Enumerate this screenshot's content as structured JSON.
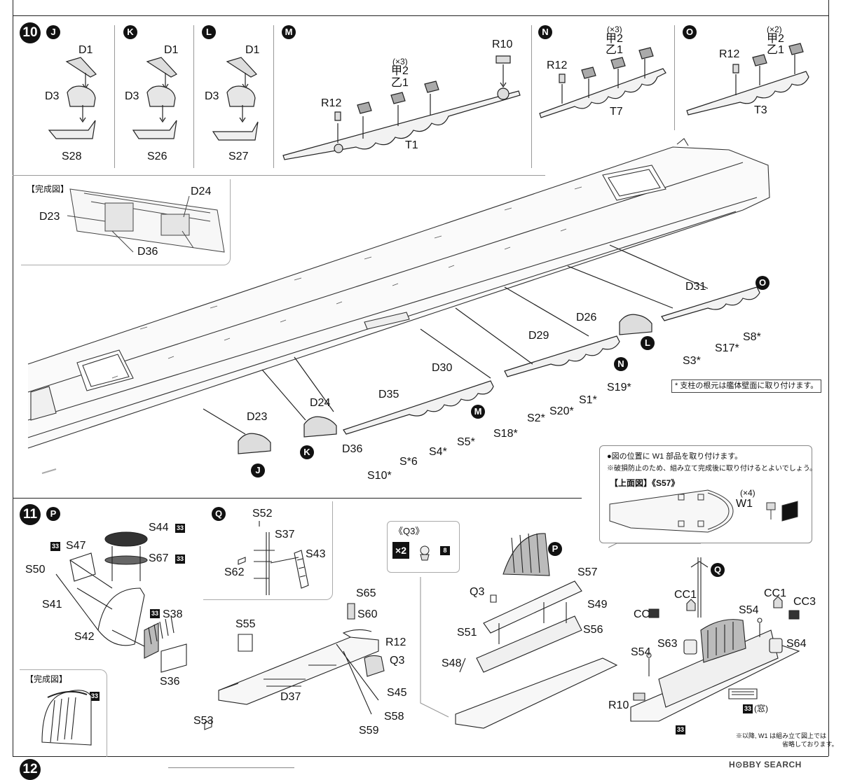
{
  "step10": {
    "number": "10",
    "subs": {
      "J": "J",
      "K": "K",
      "L": "L",
      "M": "M",
      "N": "N",
      "O": "O"
    },
    "J": {
      "d1": "D1",
      "d3": "D3",
      "base": "S28"
    },
    "K": {
      "d1": "D1",
      "d3": "D3",
      "base": "S26"
    },
    "L": {
      "d1": "D1",
      "d3": "D3",
      "base": "S27"
    },
    "M": {
      "r12": "R12",
      "r10": "R10",
      "qty": "(×3)",
      "mark1": "甲2",
      "mark2": "乙1",
      "part": "T1"
    },
    "N": {
      "r12": "R12",
      "qty": "(×3)",
      "mark1": "甲2",
      "mark2": "乙1",
      "part": "T7"
    },
    "O": {
      "r12": "R12",
      "qty": "(×2)",
      "mark1": "甲2",
      "mark2": "乙1",
      "part": "T3"
    },
    "completed": {
      "title": "【完成図】",
      "d23": "D23",
      "d24": "D24",
      "d36": "D36"
    },
    "hull_labels": {
      "D31": "D31",
      "D26": "D26",
      "D29": "D29",
      "D30": "D30",
      "D35": "D35",
      "D24": "D24",
      "D23": "D23",
      "D36": "D36",
      "S8": "S8*",
      "S17": "S17*",
      "S3": "S3*",
      "S19": "S19*",
      "S1": "S1*",
      "S20": "S20*",
      "S2": "S2*",
      "S18": "S18*",
      "S5": "S5*",
      "S4": "S4*",
      "S6": "S*6",
      "S10": "S10*",
      "cO": "O",
      "cL": "L",
      "cN": "N",
      "cM": "M",
      "cK": "K",
      "cJ": "J"
    },
    "note": "* 支柱の根元は艦体壁面に取り付けます。"
  },
  "w1box": {
    "line1": "●図の位置に W1 部品を取り付けます。",
    "line2": "※破損防止のため、組み立て完成後に取り付けるとよいでしょう。",
    "title": "【上面図】《S57》",
    "qty": "(×4)",
    "w1": "W1"
  },
  "step11": {
    "number": "11",
    "subP": "P",
    "subQ": "Q",
    "P": {
      "s44": "S44",
      "s67": "S67",
      "s47": "S47",
      "s50": "S50",
      "s41": "S41",
      "s42": "S42",
      "s38": "S38",
      "s36": "S36",
      "paint": "33"
    },
    "completed": {
      "title": "【完成図】",
      "paint": "33"
    },
    "Q": {
      "s52": "S52",
      "s37": "S37",
      "s43": "S43",
      "s62": "S62"
    },
    "q3box": {
      "title": "《Q3》",
      "x2": "×2",
      "num": "8"
    },
    "mid": {
      "s55": "S55",
      "s65": "S65",
      "s60": "S60",
      "r12": "R12",
      "q3": "Q3",
      "s45": "S45",
      "d37": "D37",
      "s53": "S53",
      "s58": "S58",
      "s59": "S59"
    },
    "right": {
      "s57": "S57",
      "q3": "Q3",
      "s49": "S49",
      "s51": "S51",
      "s56": "S56",
      "s48": "S48",
      "cP": "P"
    },
    "far": {
      "cQ": "Q",
      "cc1a": "CC1",
      "cc3a": "CC3",
      "cc1b": "CC1",
      "cc3b": "CC3",
      "s54a": "S54",
      "s63": "S63",
      "s64": "S64",
      "s54b": "S54",
      "r10": "R10",
      "paint": "33",
      "window": "(窓)",
      "paint2": "33"
    },
    "footnote1": "※以降, W1 は組み立て図上では",
    "footnote2": "省略しております。"
  },
  "step12": {
    "number": "12"
  },
  "watermark": "H⊙BBY SEARCH"
}
